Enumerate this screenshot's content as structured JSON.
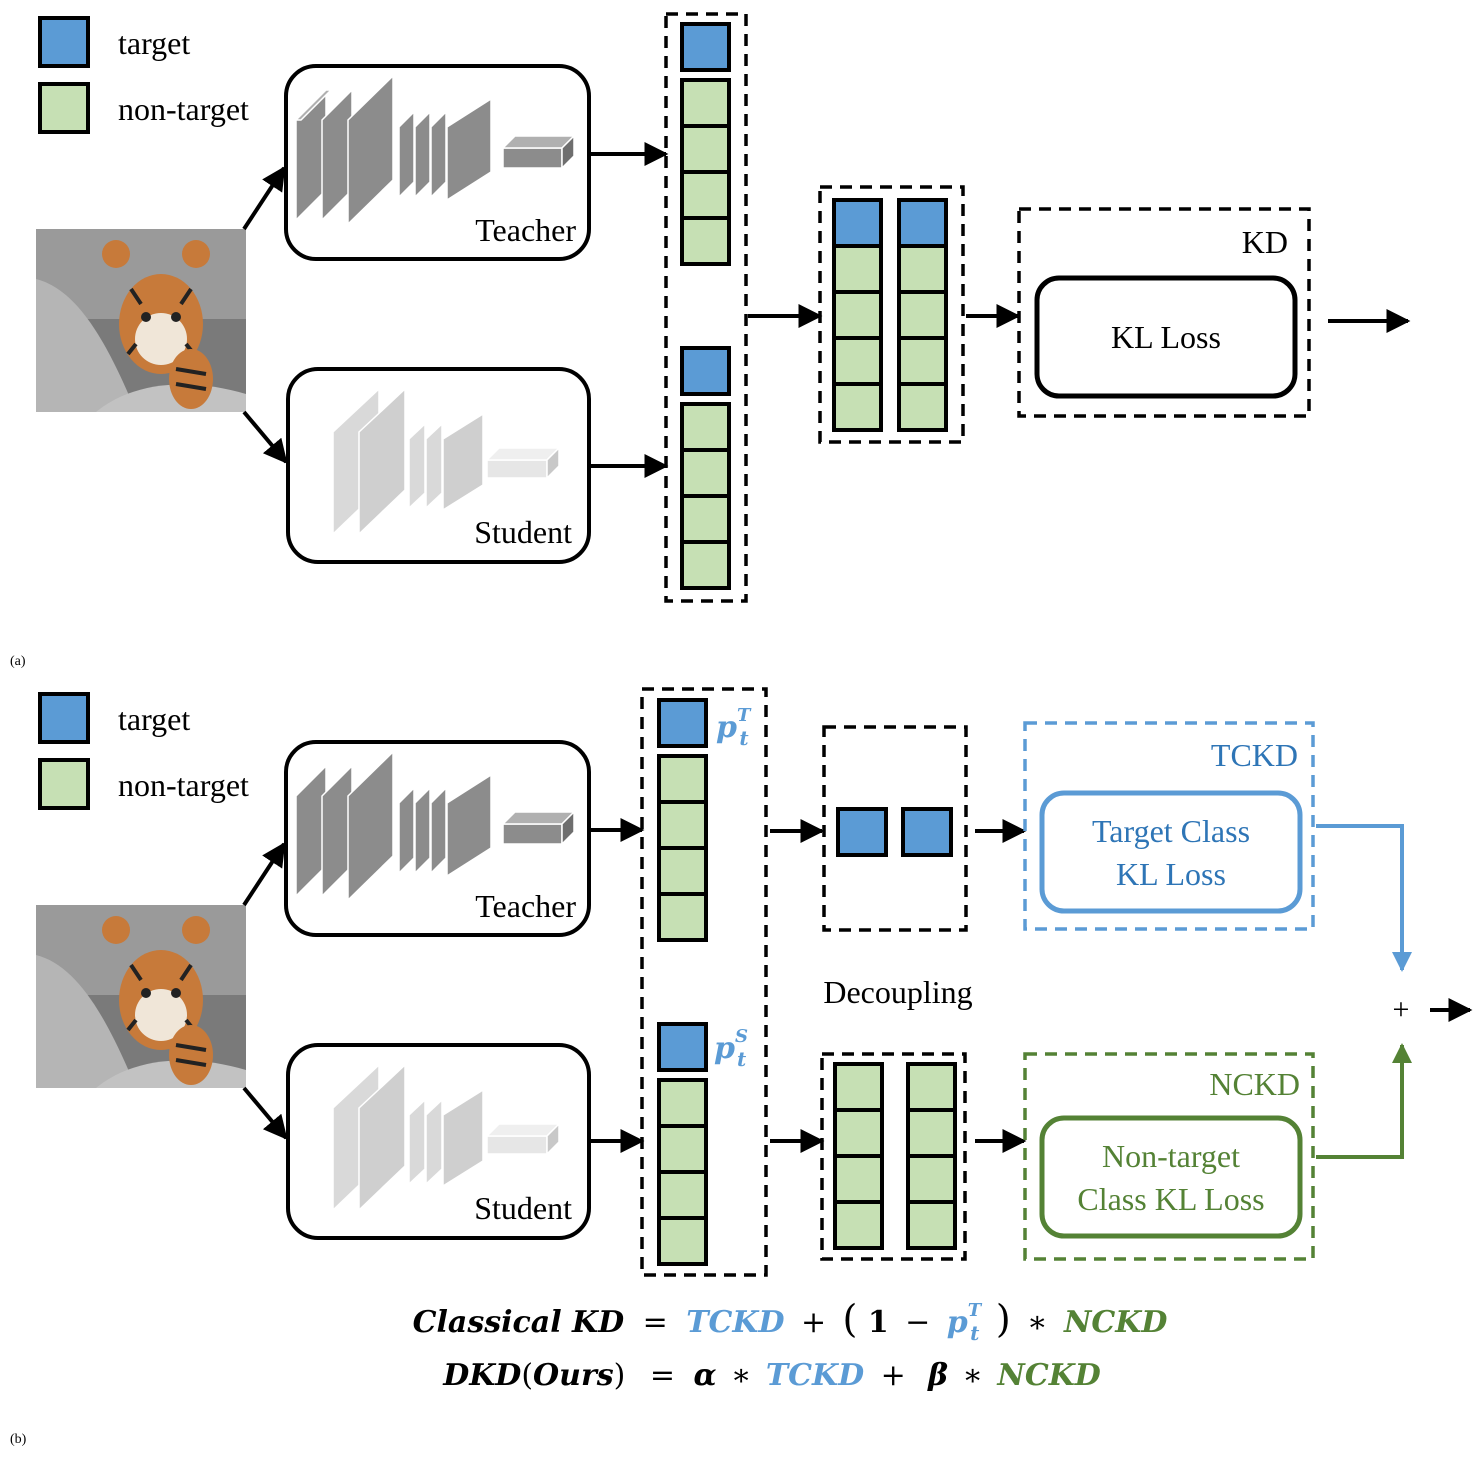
{
  "colors": {
    "target": "#5b9bd5",
    "non_target": "#c6e0b4",
    "tckd": "#5b9bd5",
    "tckd_text": "#2e75b6",
    "nckd": "#548235",
    "stroke": "#000000",
    "teacher_layer": "#8c8c8c",
    "student_layer": "#d9d9d9"
  },
  "legend": {
    "target": "target",
    "non_target": "non-target"
  },
  "panel_a": {
    "label": "(a)",
    "teacher": "Teacher",
    "student": "Student",
    "kd_box_label": "KD",
    "kl_loss": "KL Loss",
    "input_image": "tiger-cub-photo"
  },
  "panel_b": {
    "label": "(b)",
    "teacher": "Teacher",
    "student": "Student",
    "pt_teacher": {
      "base": "p",
      "sub": "t",
      "sup": "T"
    },
    "pt_student": {
      "base": "p",
      "sub": "t",
      "sup": "S"
    },
    "decoupling": "Decoupling",
    "tckd_label": "TCKD",
    "tckd_loss": [
      "Target Class",
      "KL Loss"
    ],
    "nckd_label": "NCKD",
    "nckd_loss": [
      "Non-target",
      "Class KL Loss"
    ],
    "sum_symbol": "+"
  },
  "equations": {
    "eq1": {
      "lhs": "Classical KD",
      "eq": "=",
      "tckd": "TCKD",
      "plus": "+",
      "open": "(",
      "one": "1",
      "minus": "−",
      "p": "p",
      "sup": "T",
      "sub": "t",
      "close": ")",
      "times": "∗",
      "nckd": "NCKD"
    },
    "eq2": {
      "lhs1": "DKD",
      "lhs2": "(",
      "lhs3": "Ours",
      "lhs4": ")",
      "eq": "=",
      "alpha": "α",
      "times1": "∗",
      "tckd": "TCKD",
      "plus": "+",
      "beta": "β",
      "times2": "∗",
      "nckd": "NCKD"
    }
  }
}
